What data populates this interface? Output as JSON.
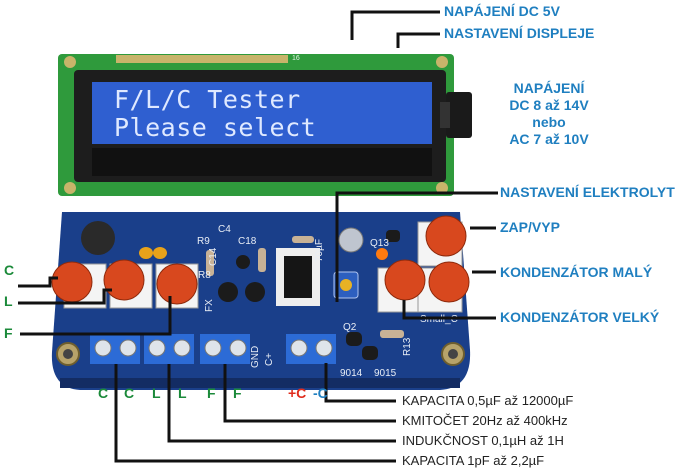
{
  "lcd": {
    "line1": "F/L/C Tester",
    "line2": "Please select"
  },
  "pin_label": "16",
  "labels": {
    "napajeni_dc5": "NAPÁJENÍ DC 5V",
    "nastaveni_displeje": "NASTAVENÍ DISPLEJE",
    "napajeni_lines": [
      "NAPÁJENÍ",
      "DC 8 až 14V",
      "nebo",
      "AC 7 až 10V"
    ],
    "nastaveni_elektrolyt": "NASTAVENÍ ELEKTROLYT",
    "zap_vyp": "ZAP/VYP",
    "kond_maly": "KONDENZÁTOR MALÝ",
    "kond_velky": "KONDENZÁTOR VELKÝ",
    "left_c": "C",
    "left_l": "L",
    "left_f": "F"
  },
  "bottom_terminals": [
    "C",
    "C",
    "L",
    "L",
    "F",
    "F",
    "+C",
    "-C"
  ],
  "ranges": [
    "KAPACITA 0,5µF až 12000µF",
    "KMITOČET 20Hz až 400kHz",
    "INDUKČNOST 0,1µH až 1H",
    "KAPACITA 1pF až 2,2µF"
  ],
  "pcb_silk": {
    "gnd": "GND",
    "cplus": "C+",
    "fx": "FX",
    "q2": "Q2",
    "q9014": "9014",
    "q9015": "9015",
    "small_c": "Small_C",
    "r13": "R13",
    "q13": "Q13",
    "c14": "C14",
    "r8": "R8",
    "c4": "C4",
    "r9": "R9",
    "c18": "C18",
    "uf70": "70µF"
  },
  "colors": {
    "label_blue": "#1f7fc0",
    "label_green": "#1b8a3a",
    "lcd_blue": "#2f5fd0",
    "pcb_blue": "#1a3f8a",
    "button_red": "#d8481e"
  }
}
